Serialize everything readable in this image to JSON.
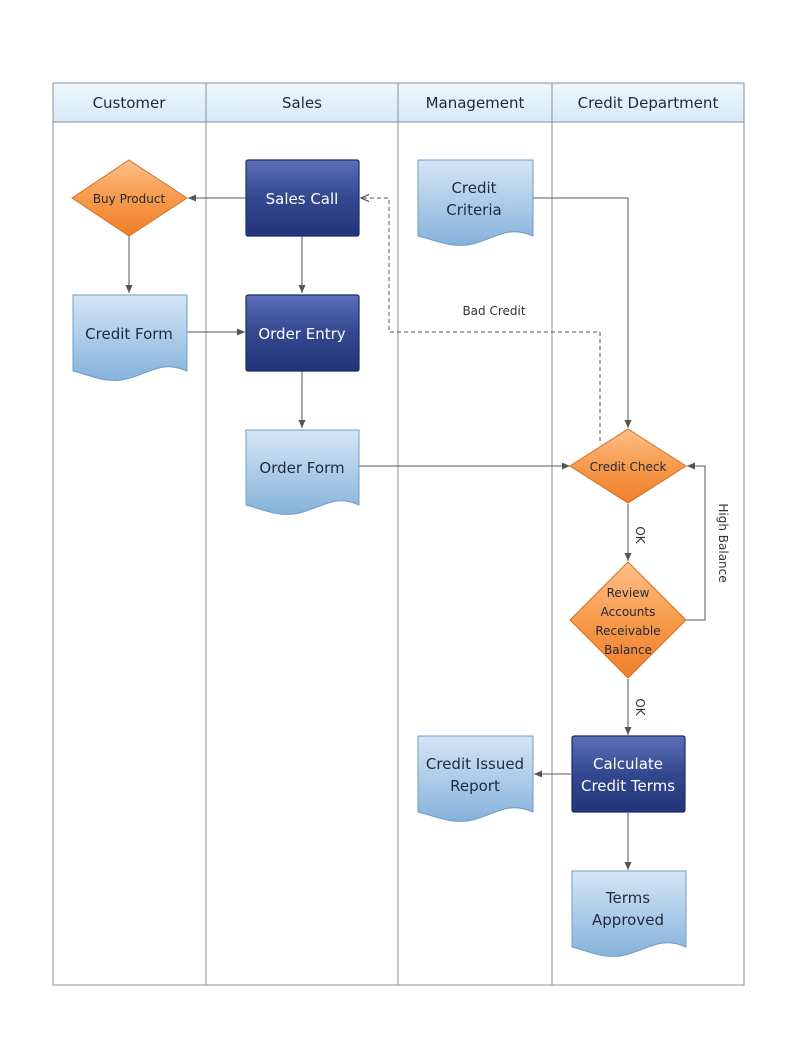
{
  "lanes": [
    {
      "id": "customer",
      "title": "Customer"
    },
    {
      "id": "sales",
      "title": "Sales"
    },
    {
      "id": "management",
      "title": "Management"
    },
    {
      "id": "credit",
      "title": "Credit Department"
    }
  ],
  "nodes": {
    "buy_product": {
      "lines": [
        "Buy Product"
      ]
    },
    "credit_form": {
      "lines": [
        "Credit Form"
      ]
    },
    "sales_call": {
      "lines": [
        "Sales Call"
      ]
    },
    "order_entry": {
      "lines": [
        "Order Entry"
      ]
    },
    "order_form": {
      "lines": [
        "Order Form"
      ]
    },
    "credit_criteria": {
      "lines": [
        "Credit",
        "Criteria"
      ]
    },
    "credit_check": {
      "lines": [
        "Credit Check"
      ]
    },
    "review": {
      "lines": [
        "Review",
        "Accounts",
        "Receivable",
        "Balance"
      ]
    },
    "calc_terms": {
      "lines": [
        "Calculate",
        "Credit Terms"
      ]
    },
    "credit_report": {
      "lines": [
        "Credit Issued",
        "Report"
      ]
    },
    "terms_approved": {
      "lines": [
        "Terms",
        "Approved"
      ]
    }
  },
  "labels": {
    "bad_credit": "Bad Credit",
    "ok1": "OK",
    "ok2": "OK",
    "high_balance": "High Balance"
  },
  "colors": {
    "header_fill": "#ddeef8",
    "process_fill": "#2f4590",
    "document_fill": "#a7c8e6",
    "decision_fill": "#f5913e",
    "lane_border": "#8a8f97"
  }
}
